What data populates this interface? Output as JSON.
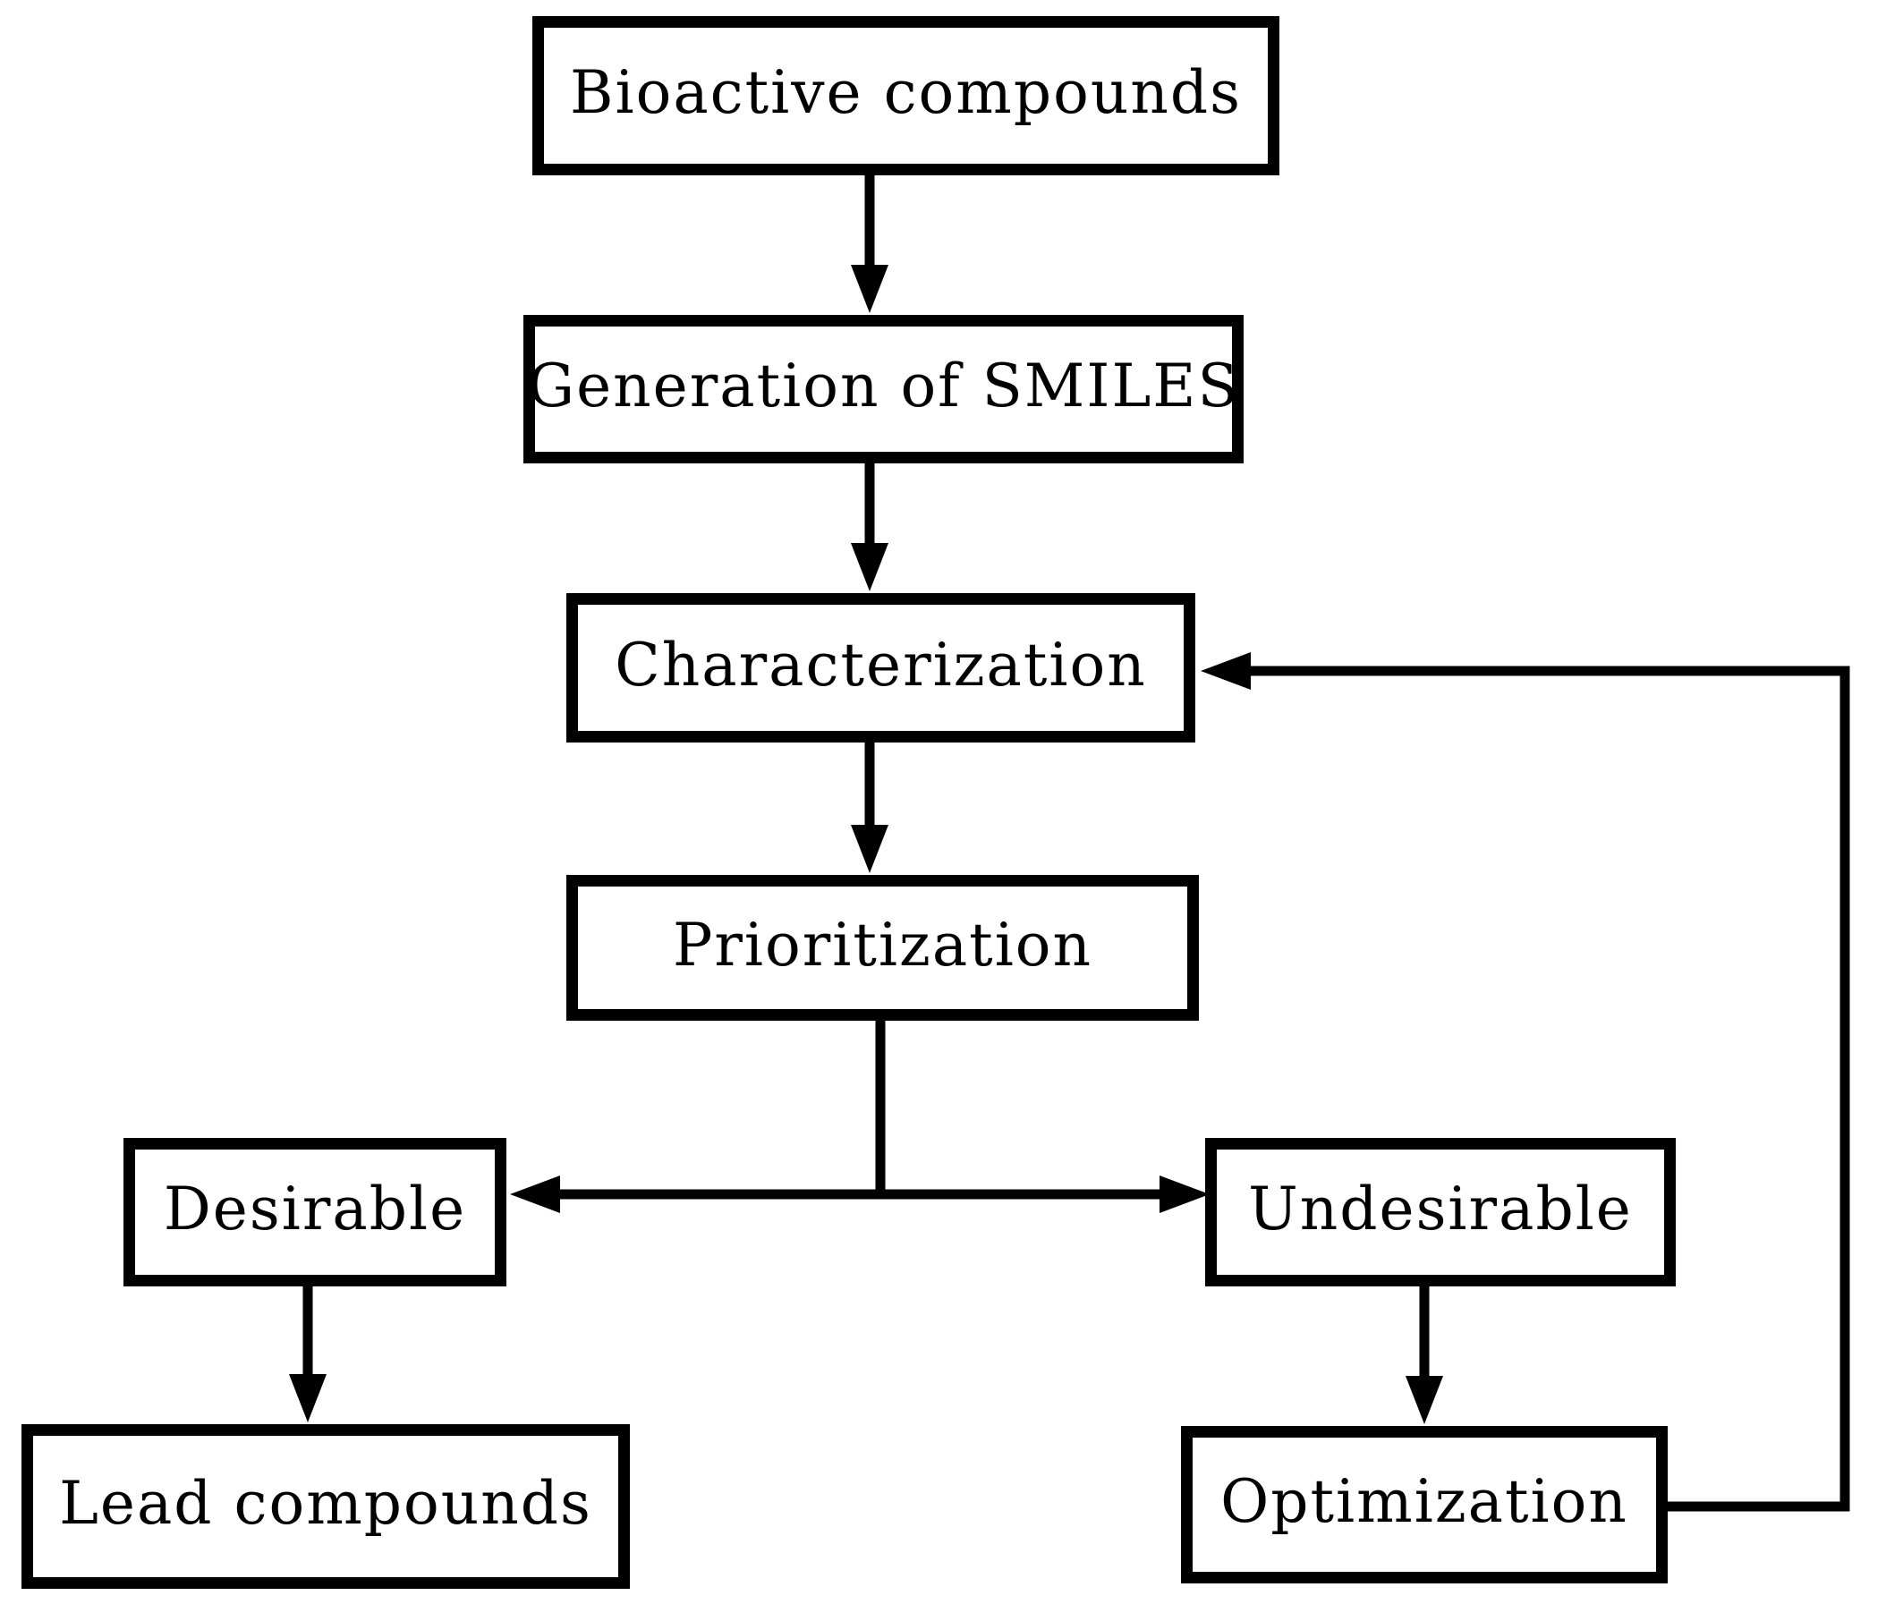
{
  "diagram": {
    "type": "flowchart",
    "nodes": {
      "bioactive": {
        "label": "Bioactive compounds"
      },
      "smiles": {
        "label": "Generation of SMILES"
      },
      "characterization": {
        "label": "Characterization"
      },
      "prioritization": {
        "label": "Prioritization"
      },
      "desirable": {
        "label": "Desirable"
      },
      "undesirable": {
        "label": "Undesirable"
      },
      "lead": {
        "label": "Lead compounds"
      },
      "optimization": {
        "label": "Optimization"
      }
    },
    "edges": [
      {
        "from": "Bioactive compounds",
        "to": "Generation of SMILES",
        "style": "arrow"
      },
      {
        "from": "Generation of SMILES",
        "to": "Characterization",
        "style": "arrow"
      },
      {
        "from": "Characterization",
        "to": "Prioritization",
        "style": "arrow"
      },
      {
        "from": "Prioritization",
        "to": "Desirable",
        "style": "arrow"
      },
      {
        "from": "Prioritization",
        "to": "Undesirable",
        "style": "arrow"
      },
      {
        "from": "Desirable",
        "to": "Lead compounds",
        "style": "arrow"
      },
      {
        "from": "Undesirable",
        "to": "Optimization",
        "style": "arrow"
      },
      {
        "from": "Optimization",
        "to": "Characterization",
        "style": "feedback-arrow"
      }
    ]
  },
  "colors": {
    "line": "#000000",
    "box_border": "#000000",
    "box_fill": "#ffffff",
    "text": "#000000",
    "background": "#ffffff"
  }
}
